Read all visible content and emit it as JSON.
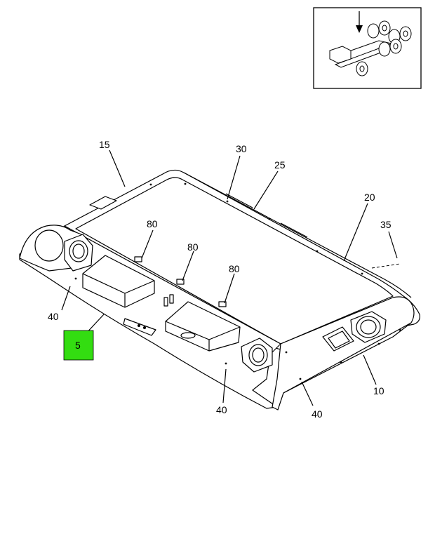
{
  "callouts": {
    "c5": "5",
    "c10": "10",
    "c15": "15",
    "c20": "20",
    "c25": "25",
    "c30": "30",
    "c35": "35",
    "c40a": "40",
    "c40b": "40",
    "c40c": "40",
    "c80a": "80",
    "c80b": "80",
    "c80c": "80"
  },
  "colors": {
    "highlight": "#33dd11",
    "line": "#000000",
    "background": "#ffffff"
  }
}
